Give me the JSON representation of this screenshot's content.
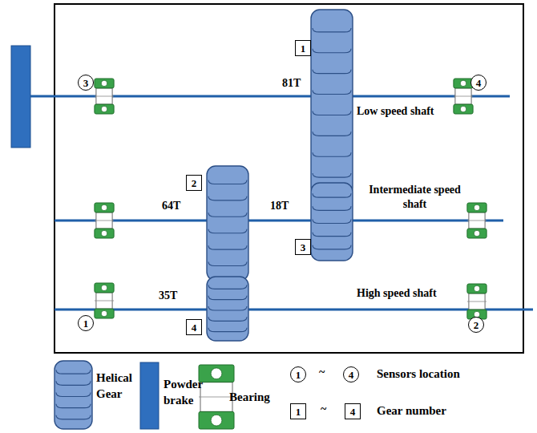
{
  "diagram": {
    "nodes": [
      {
        "text": [
          "1"
        ]
      },
      {
        "text": [
          "3"
        ]
      },
      {
        "text": [
          "4"
        ]
      },
      {
        "text": [
          "2"
        ]
      },
      {
        "text": [
          "3"
        ]
      },
      {
        "text": [
          "1"
        ]
      },
      {
        "text": [
          "4"
        ]
      },
      {
        "text": [
          "2"
        ]
      },
      {
        "text": [
          "1"
        ]
      },
      {
        "text": [
          "4"
        ]
      },
      {
        "text": [
          "1"
        ]
      },
      {
        "text": [
          "4"
        ]
      }
    ],
    "labels": [
      "81T",
      "Low speed shaft",
      "64T",
      "18T",
      "Intermediate speed shaft",
      "35T",
      "High speed shaft",
      "~",
      "~"
    ],
    "legend": [
      {
        "text": "Helical Gear"
      },
      {
        "text": "Powder brake"
      },
      {
        "text": "Bearing"
      },
      {
        "text": "Sensors location"
      },
      {
        "text": "Gear number"
      }
    ]
  }
}
